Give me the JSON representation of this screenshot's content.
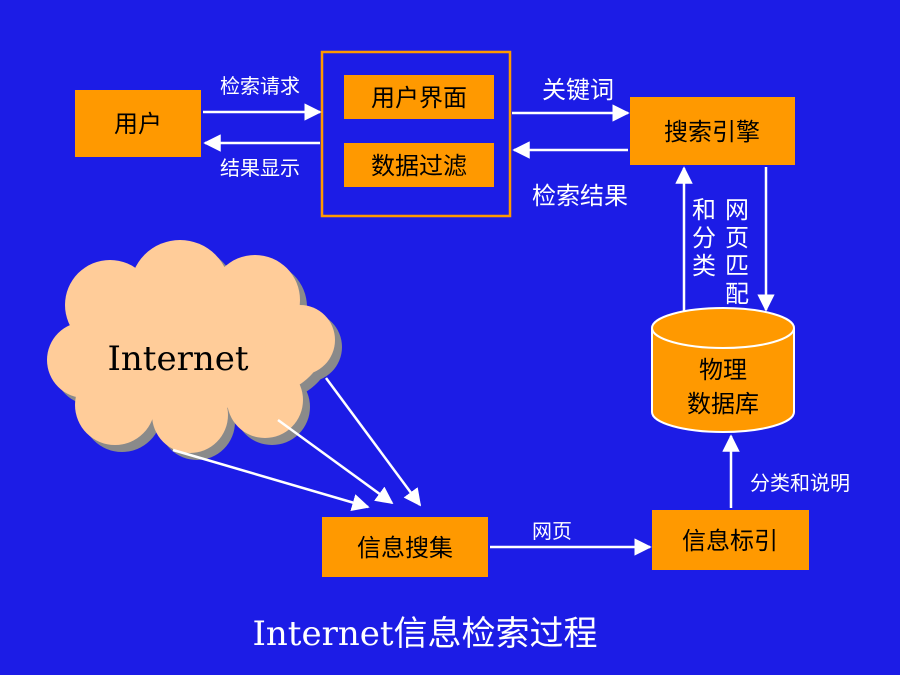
{
  "nodes": {
    "user": "用户",
    "ui": "用户界面",
    "filter": "数据过滤",
    "engine": "搜索引擎",
    "db_line1": "物理",
    "db_line2": "数据库",
    "internet": "Internet",
    "collect": "信息搜集",
    "index": "信息标引"
  },
  "edges": {
    "search_request": "检索请求",
    "result_display": "结果显示",
    "keyword": "关键词",
    "search_result": "检索结果",
    "match_page": [
      "网",
      "页",
      "匹",
      "配"
    ],
    "and_classify": [
      "和",
      "分",
      "类"
    ],
    "classify_explain": "分类和说明",
    "webpage": "网页"
  },
  "title": "Internet信息检索过程",
  "colors": {
    "background": "#1c1ce6",
    "box_fill": "#ff9900",
    "cloud_fill": "#ffcc99",
    "arrow": "#ffffff"
  }
}
